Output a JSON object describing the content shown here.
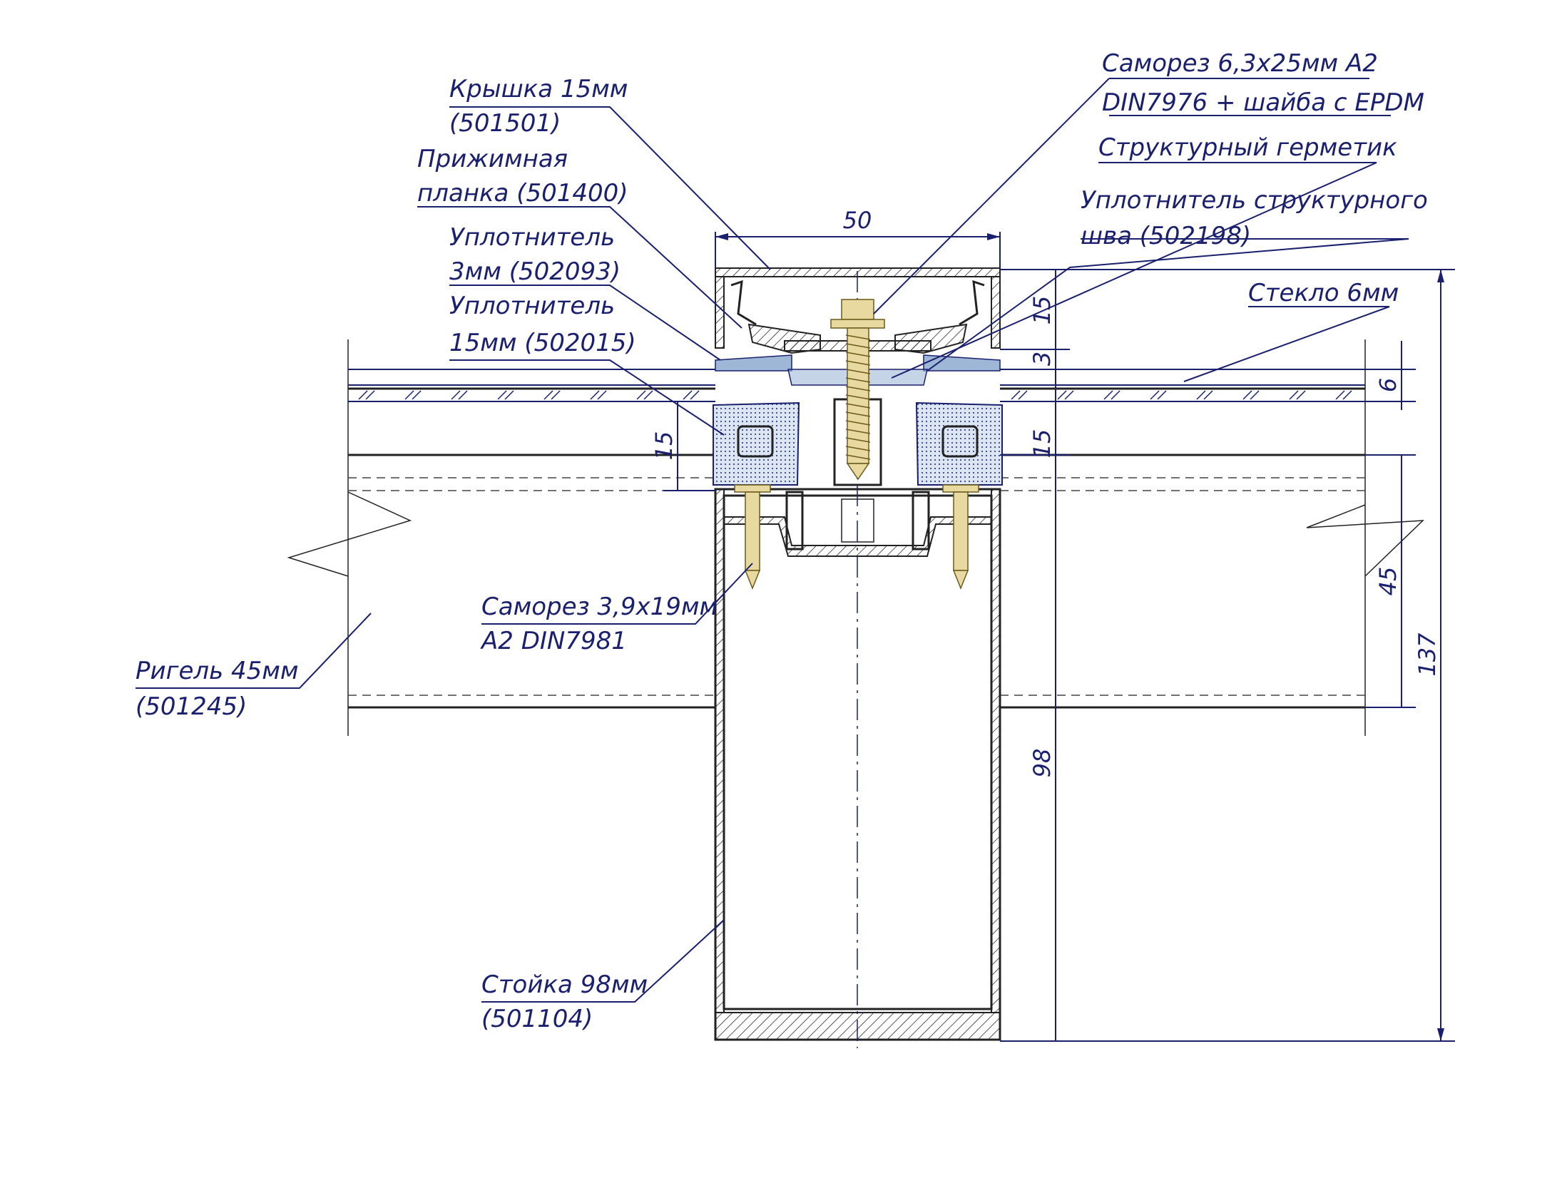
{
  "labels": {
    "cap": {
      "line1": "Крышка 15мм",
      "line2": "(501501)"
    },
    "pressure_plate": {
      "line1": "Прижимная",
      "line2": "планка (501400)"
    },
    "seal_3mm": {
      "line1": "Уплотнитель",
      "line2": "3мм (502093)"
    },
    "seal_15mm": {
      "line1": "Уплотнитель",
      "line2": "15мм (502015)"
    },
    "screw_top": {
      "line1": "Саморез 6,3х25мм А2",
      "line2": "DIN7976 + шайба с EPDM"
    },
    "structural_sealant": {
      "line1": "Структурный герметик"
    },
    "structural_seal": {
      "line1": "Уплотнитель структурного",
      "line2": "шва (502198)"
    },
    "glass": {
      "line1": "Стекло 6мм"
    },
    "screw_small": {
      "line1": "Саморез 3,9х19мм",
      "line2": "А2 DIN7981"
    },
    "transom": {
      "line1": "Ригель 45мм",
      "line2": "(501245)"
    },
    "mullion": {
      "line1": "Стойка 98мм",
      "line2": "(501104)"
    }
  },
  "dimensions": {
    "width_top": "50",
    "cap_height": "15",
    "gap": "3",
    "glass_thickness": "6",
    "seal_height_right": "15",
    "seal_height_left": "15",
    "transom_depth": "45",
    "mullion_depth": "98",
    "total_depth": "137"
  },
  "colors": {
    "line": "#1a1f6e",
    "seal": "#9fb7d6",
    "screw": "#e8d9a0",
    "profile": "#222222"
  }
}
